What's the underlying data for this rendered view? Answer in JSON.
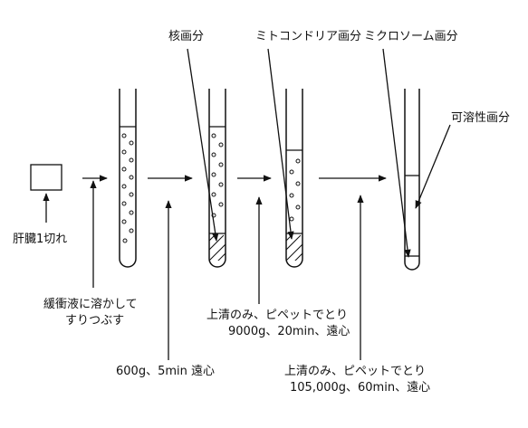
{
  "labels": {
    "liver_piece": "肝臓1切れ",
    "buffer_step_line1": "緩衝液に溶かして",
    "buffer_step_line2": "すりつぶす",
    "spin1": "600g、5min 遠心",
    "step2_line1": "上清のみ、ピペットでとり",
    "step2_line2": "9000g、20min、遠心",
    "step3_line1": "上清のみ、ピペットでとり",
    "step3_line2": "105,000g、60min、遠心"
  },
  "fractions": {
    "nuclear": "核画分",
    "mitochondrial": "ミトコンドリア画分",
    "microsomal": "ミクロソーム画分",
    "soluble": "可溶性画分"
  }
}
